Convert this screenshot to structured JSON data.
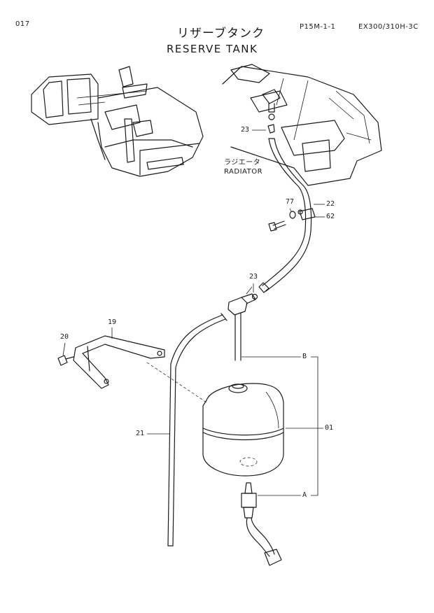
{
  "header": {
    "page_number": "017",
    "part_code": "P15M-1-1",
    "model": "EX300/310H-3C",
    "title_jp": "リザーブタンク",
    "title_en": "RESERVE  TANK"
  },
  "labels": {
    "radiator_jp": "ラジエータ",
    "radiator_en": "RADIATOR"
  },
  "callouts": [
    {
      "id": "c23a",
      "text": "23"
    },
    {
      "id": "c22",
      "text": "22"
    },
    {
      "id": "c77",
      "text": "77"
    },
    {
      "id": "c62",
      "text": "62"
    },
    {
      "id": "c23b",
      "text": "23"
    },
    {
      "id": "c19",
      "text": "19"
    },
    {
      "id": "c20",
      "text": "20"
    },
    {
      "id": "c21",
      "text": "21"
    },
    {
      "id": "cB",
      "text": "B"
    },
    {
      "id": "c01",
      "text": "01"
    },
    {
      "id": "cA",
      "text": "A"
    }
  ]
}
